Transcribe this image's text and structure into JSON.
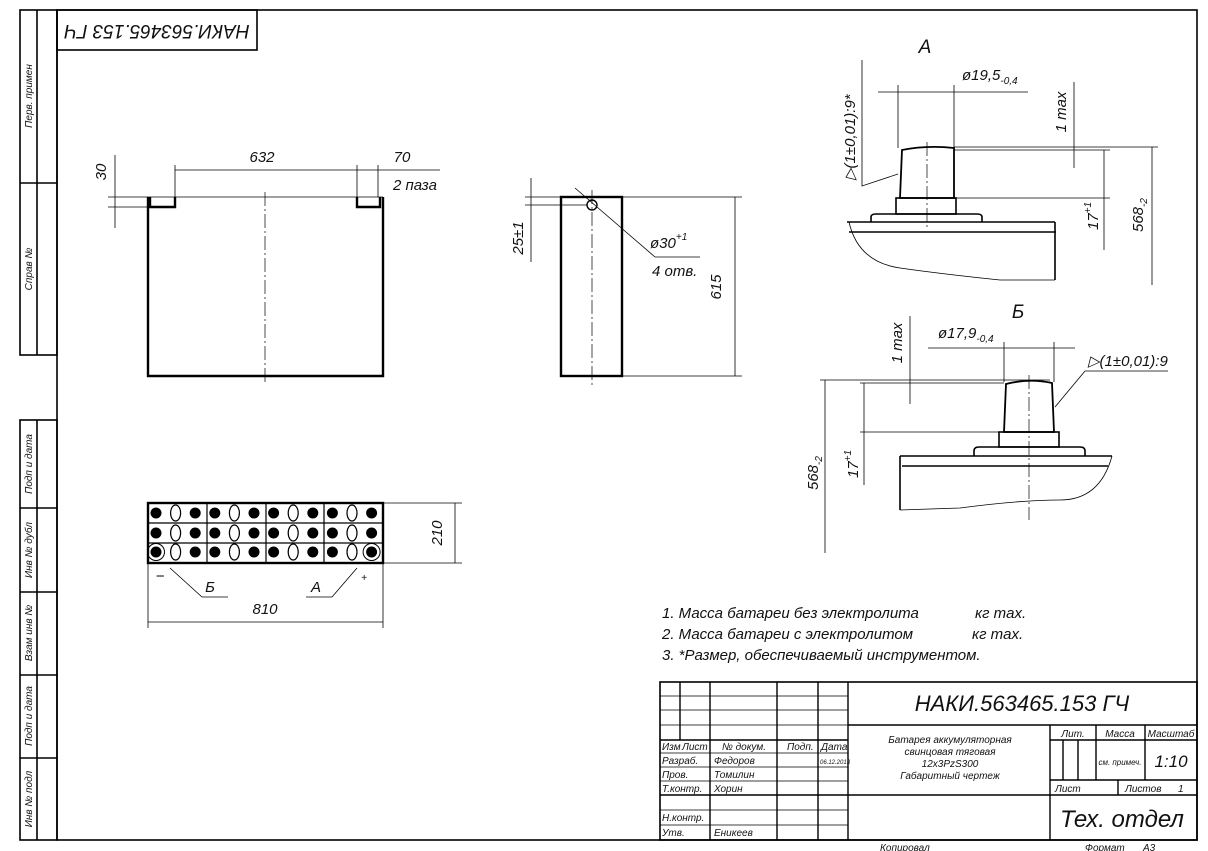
{
  "stamp_rotated": "НАКИ.563465.153 ГЧ",
  "side_strip": [
    "Перв. примен",
    "Справ №",
    "Подп и дата",
    "Инв № дубл",
    "Взам инв №",
    "Подп и дата",
    "Инв № подл"
  ],
  "front_view": {
    "dim_width": "632",
    "dim_slot": "70",
    "slot_note": "2 паза",
    "dim_slot_depth": "30"
  },
  "side_view": {
    "dim_height": "615",
    "dim_hole_offset": "25±1",
    "hole_dia": "ø30",
    "hole_tol": "+1",
    "hole_count": "4 отв."
  },
  "top_view": {
    "dim_length": "810",
    "dim_width": "210",
    "label_b": "Б",
    "label_a": "А",
    "minus": "−",
    "plus": "+"
  },
  "view_a": {
    "title": "А",
    "dia": "ø19,5",
    "dia_tol": "-0,4",
    "max": "1 max",
    "h17": "17",
    "h17_tol": "+1",
    "h568": "568",
    "h568_tol": "-2",
    "taper": "▷(1±0,01):9*"
  },
  "view_b": {
    "title": "Б",
    "dia": "ø17,9",
    "dia_tol": "-0,4",
    "max": "1 max",
    "h17": "17",
    "h17_tol": "+1",
    "h568": "568",
    "h568_tol": "-2",
    "taper": "▷(1±0,01):9"
  },
  "notes": [
    {
      "text": "1. Масса батареи без электролита",
      "unit": "кг max."
    },
    {
      "text": "2. Масса батареи с электролитом",
      "unit": "кг max."
    },
    {
      "text": "3.  *Размер, обеспечиваемый инструментом.",
      "unit": ""
    }
  ],
  "title_block": {
    "doc_number": "НАКИ.563465.153 ГЧ",
    "headers": {
      "izm": "Изм",
      "list": "Лист",
      "doc": "№ докум.",
      "sign": "Подп.",
      "date": "Дата"
    },
    "roles": [
      {
        "role": "Разраб.",
        "name": "Федоров",
        "date": "06.12.2013"
      },
      {
        "role": "Пров.",
        "name": "Томилин",
        "date": ""
      },
      {
        "role": "Т.контр.",
        "name": "Хорин",
        "date": ""
      },
      {
        "role": "",
        "name": "",
        "date": ""
      },
      {
        "role": "Н.контр.",
        "name": "",
        "date": ""
      },
      {
        "role": "Утв.",
        "name": "Еникеев",
        "date": ""
      }
    ],
    "name_lines": [
      "Батарея аккумуляторная",
      "свинцовая тяговая",
      "12x3PzS300",
      "Габаритный чертеж"
    ],
    "lit_label": "Лит.",
    "mass_label": "Масса",
    "scale_label": "Масштаб",
    "mass_value": "см. примеч.",
    "scale_value": "1:10",
    "sheet_label": "Лист",
    "sheets_label": "Листов",
    "sheets_value": "1",
    "org": "Тех. отдел"
  },
  "footer": {
    "copied": "Копировал",
    "format_label": "Формат",
    "format_value": "А3"
  }
}
